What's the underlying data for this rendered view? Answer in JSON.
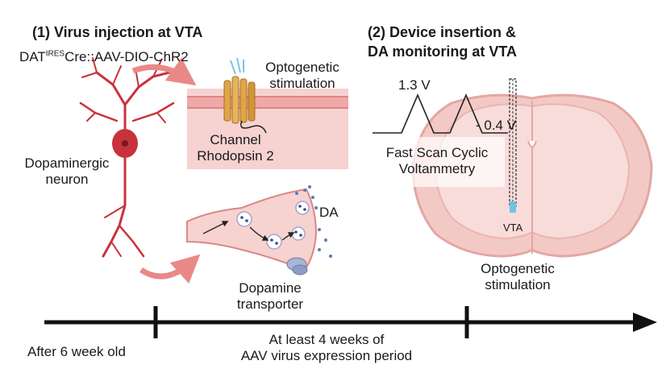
{
  "panel1": {
    "title": "(1) Virus injection at VTA",
    "construct_sup": "IRES",
    "construct_prefix": "DAT",
    "construct_rest": "Cre::AAV-DIO-ChR2",
    "neuron_label_1": "Dopaminergic",
    "neuron_label_2": "neuron",
    "opto_label_1": "Optogenetic",
    "opto_label_2": "stimulation",
    "channel_label_1": "Channel",
    "channel_label_2": "Rhodopsin 2",
    "da_label": "DA",
    "transporter_label_1": "Dopamine",
    "transporter_label_2": "transporter"
  },
  "panel2": {
    "title_1": "(2) Device insertion &",
    "title_2": "DA monitoring at VTA",
    "voltage_high": "1.3 V",
    "voltage_low": "- 0.4 V",
    "fscv_label_1": "Fast Scan Cyclic",
    "fscv_label_2": "Voltammetry",
    "vta_label": "VTA",
    "opto_label_1": "Optogenetic",
    "opto_label_2": "stimulation"
  },
  "timeline": {
    "start_label": "After 6 week old",
    "period_label_1": "At least 4 weeks of",
    "period_label_2": "AAV virus expression period"
  },
  "colors": {
    "neuron": "#c8323c",
    "membrane": "#f6d2d0",
    "brain": "#f3c9c6",
    "brain_outline": "#e3a7a4",
    "channel": "#e0a54a",
    "arrow": "#e98987",
    "timeline": "#111111"
  }
}
